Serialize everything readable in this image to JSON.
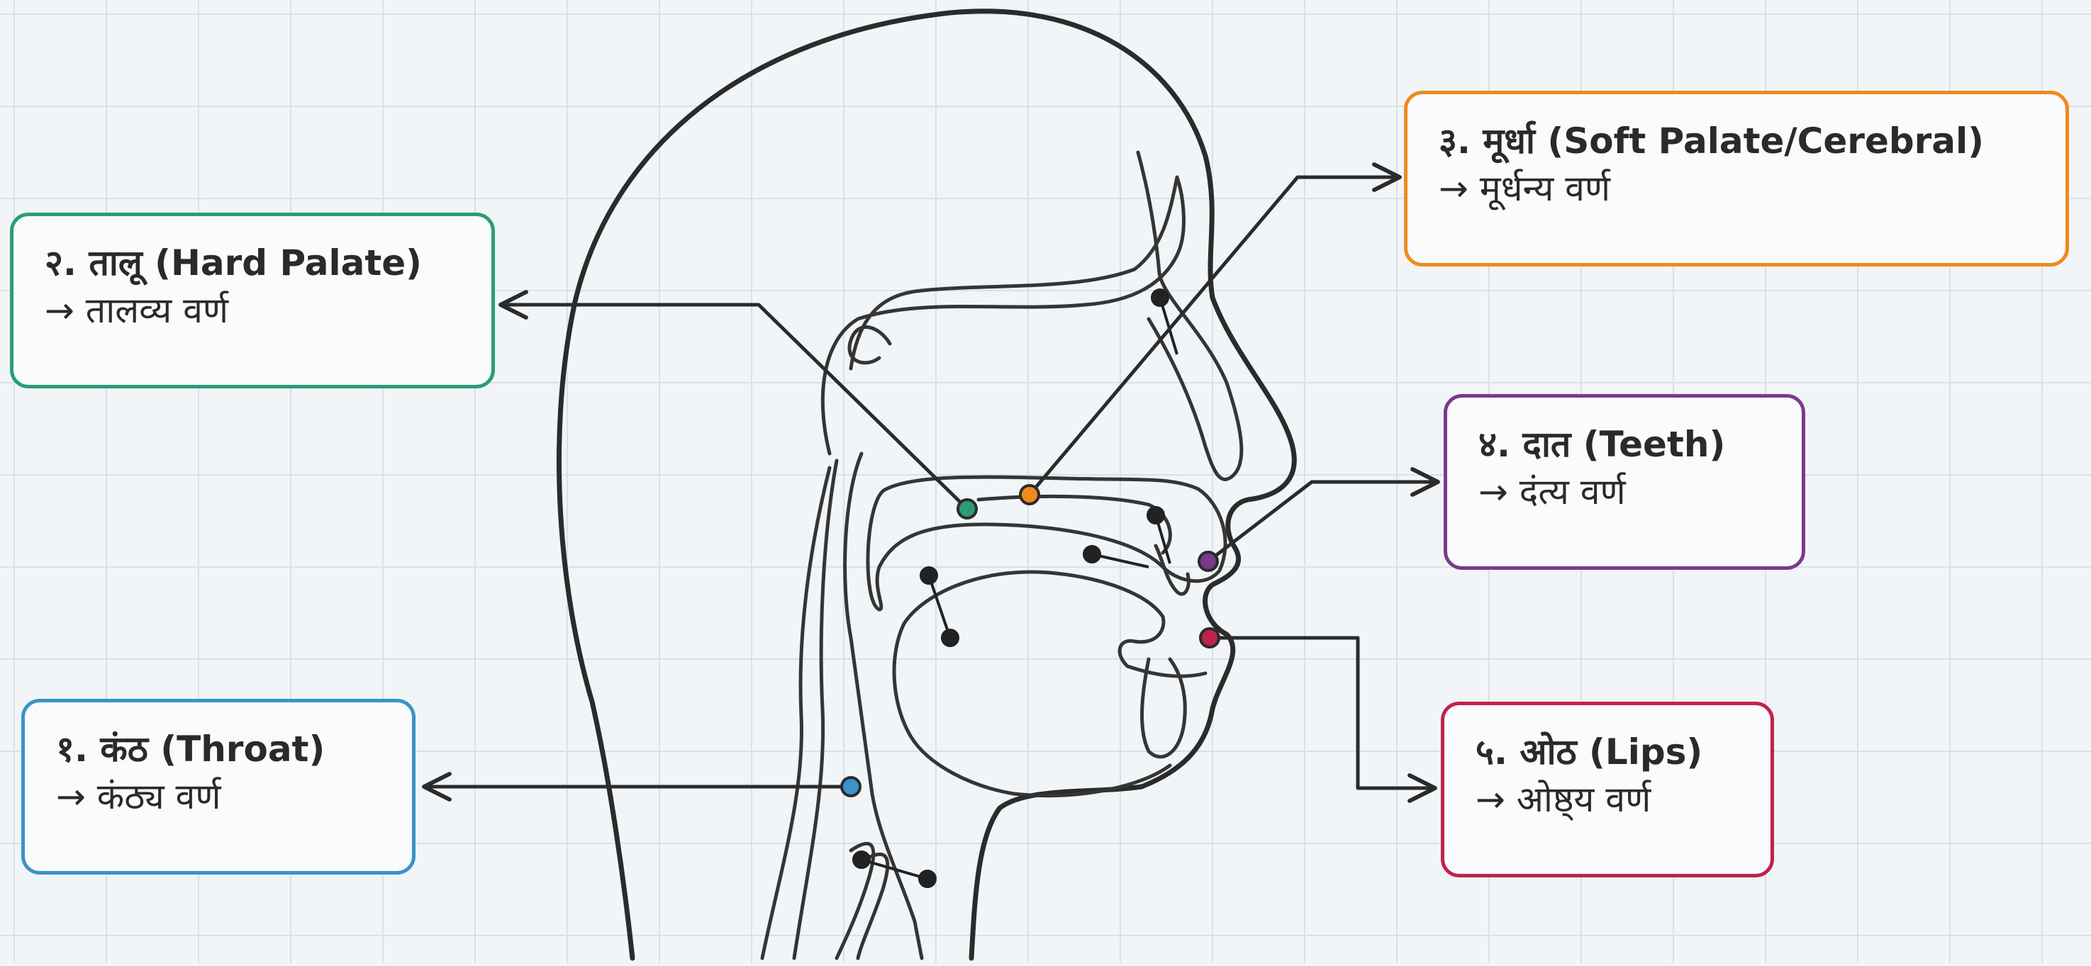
{
  "colors": {
    "background": "#f1f5f8",
    "grid": "#d8e1e8",
    "outline": "#2b2b2b",
    "inner_outline": "#3a3a3a",
    "marker_dark": "#222222"
  },
  "labels": [
    {
      "id": "kanth",
      "title": "१. कंठ (Throat)",
      "sub": "→ कंठ्य वर्ण",
      "color": "#3a93c9"
    },
    {
      "id": "talu",
      "title": "२. तालू (Hard Palate)",
      "sub": "→ तालव्य वर्ण",
      "color": "#2a9d74"
    },
    {
      "id": "murdha",
      "title": "३. मूर्धा (Soft Palate/Cerebral)",
      "sub": "→ मूर्धन्य वर्ण",
      "color": "#ef8a1f"
    },
    {
      "id": "dant",
      "title": "४. दात (Teeth)",
      "sub": "→ दंत्य वर्ण",
      "color": "#7a3a8c"
    },
    {
      "id": "oth",
      "title": "५. ओठ (Lips)",
      "sub": "→ ओष्ठ्य वर्ण",
      "color": "#c0234a"
    }
  ]
}
